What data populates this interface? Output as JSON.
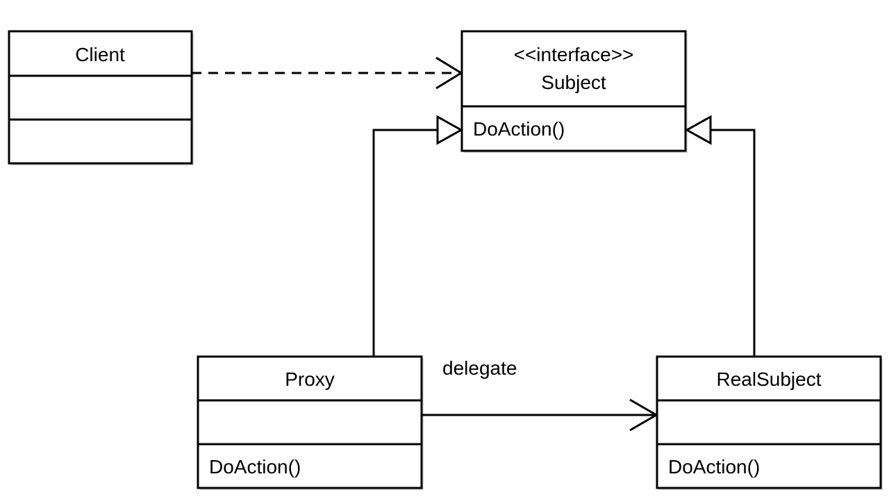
{
  "classes": {
    "client": {
      "name": "Client",
      "stereotype": "",
      "attributes": "",
      "methods": ""
    },
    "subject": {
      "stereotype": "<<interface>>",
      "name": "Subject",
      "methods": "DoAction()"
    },
    "proxy": {
      "name": "Proxy",
      "attributes": "",
      "methods": "DoAction()"
    },
    "real_subject": {
      "name": "RealSubject",
      "attributes": "",
      "methods": "DoAction()"
    }
  },
  "relations": {
    "client_uses_subject": {
      "kind": "dependency"
    },
    "proxy_implements_subject": {
      "kind": "realization"
    },
    "realsubject_implements_subject": {
      "kind": "realization"
    },
    "proxy_delegates_realsubject": {
      "kind": "association",
      "label": "delegate"
    }
  },
  "colors": {
    "stroke": "#000000",
    "fill": "#ffffff",
    "shadow": "#d9d9d9"
  }
}
